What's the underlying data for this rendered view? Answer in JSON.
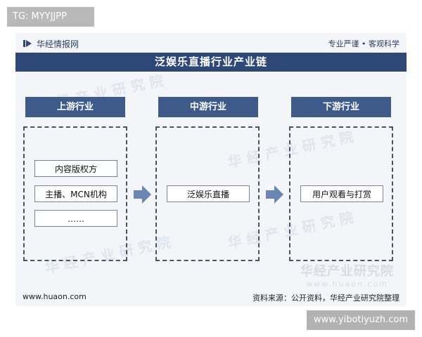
{
  "overlay_tag": "TG: MYYJJPP",
  "overlay_watermark": "www.yibotiyuzh.com",
  "header": {
    "brand": "华经情报网",
    "slogan": "专业严谨 • 客观科学"
  },
  "title": "泛娱乐直播行业产业链",
  "stages": [
    {
      "label": "上游行业",
      "items": [
        "内容版权方",
        "主播、MCN机构",
        "……"
      ]
    },
    {
      "label": "中游行业",
      "items": [
        "泛娱乐直播"
      ]
    },
    {
      "label": "下游行业",
      "items": [
        "用户观看与打赏"
      ]
    }
  ],
  "footer": {
    "url": "www.huaon.com",
    "source": "资料来源：公开资料，华经产业研究院整理"
  },
  "corner_brand": {
    "cn": "华经产业研究院",
    "en": "www.huaon.com"
  },
  "colors": {
    "title_bg": "#2d4776",
    "stage_bg": "#3d5a89",
    "arrow": "#6b86b4",
    "card_bg": "#f3f5f8"
  },
  "icons": {
    "logo": "huajing-logo-icon",
    "arrow": "right-arrow-icon"
  }
}
